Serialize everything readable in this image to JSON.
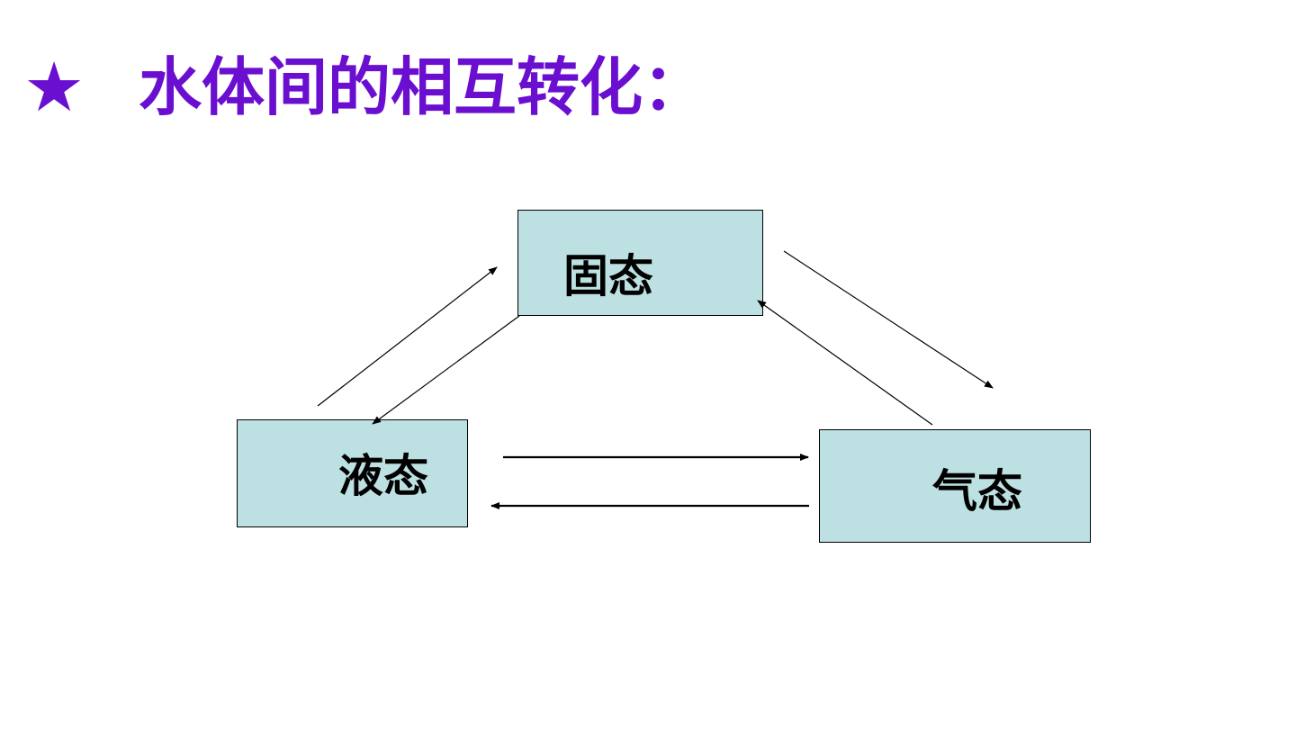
{
  "title": {
    "star": "★",
    "text": "水体间的相互转化：",
    "color": "#6a0fd0"
  },
  "states": {
    "solid": "固态",
    "liquid": "液态",
    "gas": "气态"
  },
  "colors": {
    "box_fill": "#bde0e2",
    "box_border": "#000000",
    "arrow": "#000000"
  }
}
